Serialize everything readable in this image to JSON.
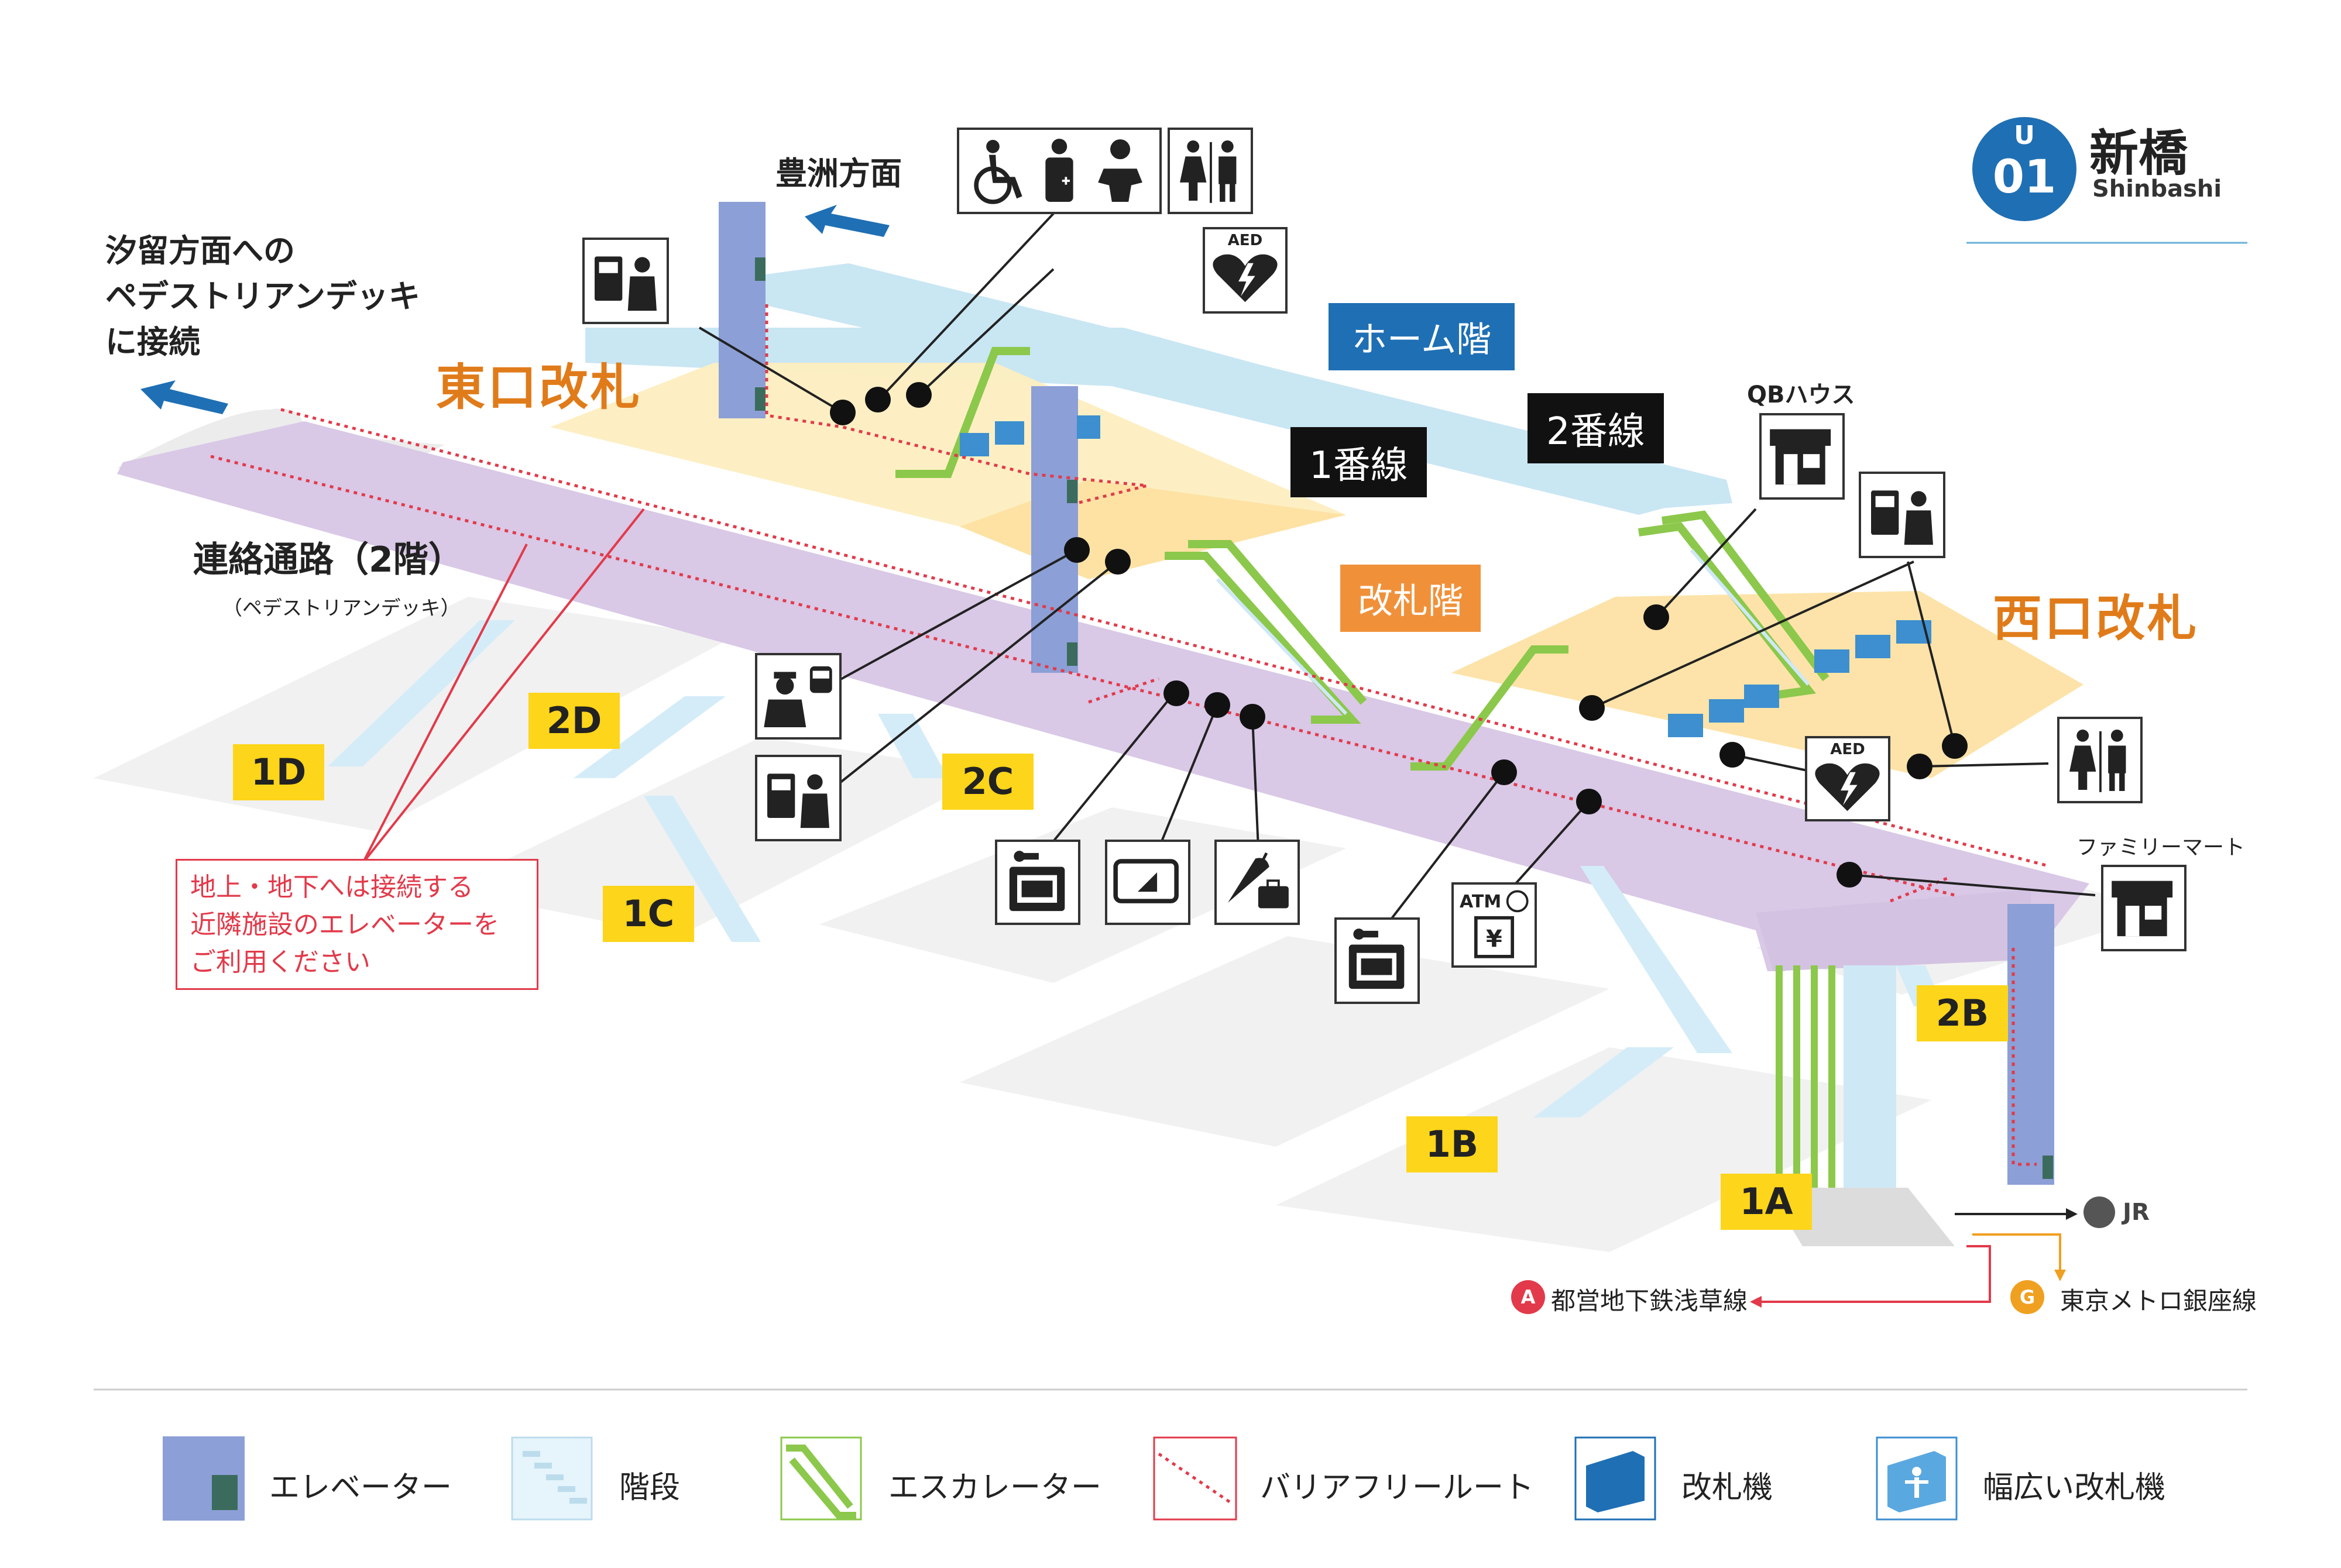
{
  "station": {
    "line_letter": "U",
    "number": "01",
    "name_ja": "新橋",
    "name_en": "Shinbashi",
    "badge_color": "#1f6fb4"
  },
  "levels": {
    "platform": "ホーム階",
    "concourse": "改札階",
    "track1": "1番線",
    "track2": "2番線",
    "walkway_title": "連絡通路（2階）",
    "walkway_sub": "（ペデストリアンデッキ）"
  },
  "gates": {
    "east": "東口改札",
    "west": "西口改札"
  },
  "directions": {
    "toyosu": "豊洲方面",
    "shiodome_line1": "汐留方面への",
    "shiodome_line2": "ペデストリアンデッキ",
    "shiodome_line3": "に接続"
  },
  "exits": [
    "1D",
    "2D",
    "2C",
    "1C",
    "1B",
    "1A",
    "2B"
  ],
  "notice": {
    "line1": "地上・地下へは接続する",
    "line2": "近隣施設のエレベーターを",
    "line3": "ご利用ください"
  },
  "shops": {
    "qb": "QBハウス",
    "familymart": "ファミリーマート"
  },
  "icons": {
    "aed_label": "AED",
    "atm_label": "ATM",
    "yen": "¥"
  },
  "transfers": {
    "jr": "JR",
    "asakusa": "都営地下鉄浅草線",
    "asakusa_letter": "A",
    "ginza": "東京メトロ銀座線",
    "ginza_letter": "G"
  },
  "legend": [
    {
      "key": "elevator",
      "label": "エレベーター"
    },
    {
      "key": "stairs",
      "label": "階段"
    },
    {
      "key": "escalator",
      "label": "エスカレーター"
    },
    {
      "key": "barrierfree",
      "label": "バリアフリールート"
    },
    {
      "key": "gate",
      "label": "改札機"
    },
    {
      "key": "widegate",
      "label": "幅広い改札機"
    }
  ],
  "colors": {
    "platform": "#c9e6f3",
    "concourse": "#fdeec0",
    "walkway": "#d9c8e6",
    "elevator": "#8c9fd6",
    "escalator": "#8cc84b",
    "barrier_route": "#e23a4a",
    "gate_title": "#e07b1a",
    "exit": "#fdd51a",
    "asakusa": "#e23a4a",
    "ginza": "#f0a020"
  }
}
